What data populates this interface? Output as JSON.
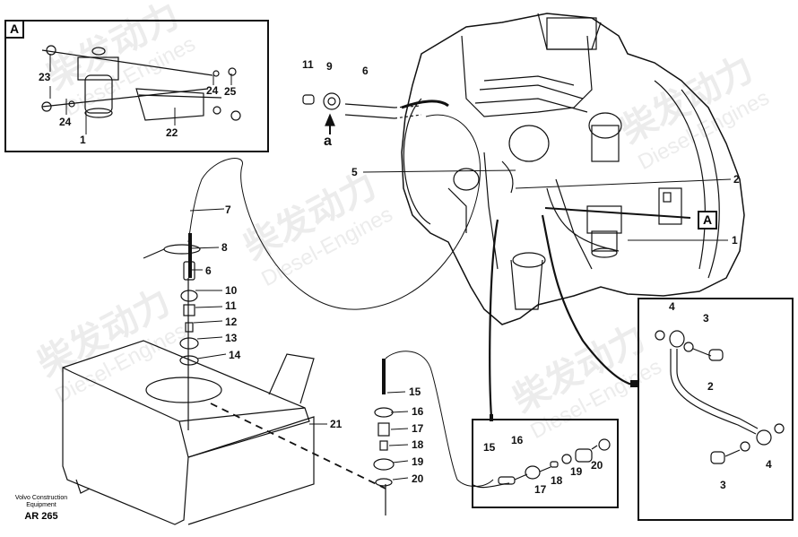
{
  "diagram": {
    "title_code": "AR 265",
    "publisher_line1": "Volvo Construction",
    "publisher_line2": "Equipment",
    "watermark_cn": "柴发动力",
    "watermark_en": "Diesel-Engines",
    "detail_a": {
      "marker": "A",
      "labels": [
        "23",
        "24",
        "1",
        "24",
        "25",
        "22"
      ]
    },
    "top_parts": {
      "labels": [
        "11",
        "9",
        "6",
        "a"
      ]
    },
    "engine": {
      "labels": [
        "5",
        "2",
        "A",
        "1"
      ]
    },
    "tank_fitting": {
      "labels": [
        "7",
        "8",
        "6",
        "10",
        "11",
        "12",
        "13",
        "14",
        "21"
      ]
    },
    "return_fitting": {
      "labels": [
        "15",
        "16",
        "17",
        "18",
        "19",
        "20"
      ]
    },
    "detail_return": {
      "labels": [
        "15",
        "16",
        "17",
        "18",
        "19",
        "20"
      ]
    },
    "detail_pipe": {
      "labels": [
        "4",
        "3",
        "2",
        "4",
        "3"
      ]
    },
    "colors": {
      "ink": "#111111",
      "watermark": "#c8c8c8"
    }
  }
}
